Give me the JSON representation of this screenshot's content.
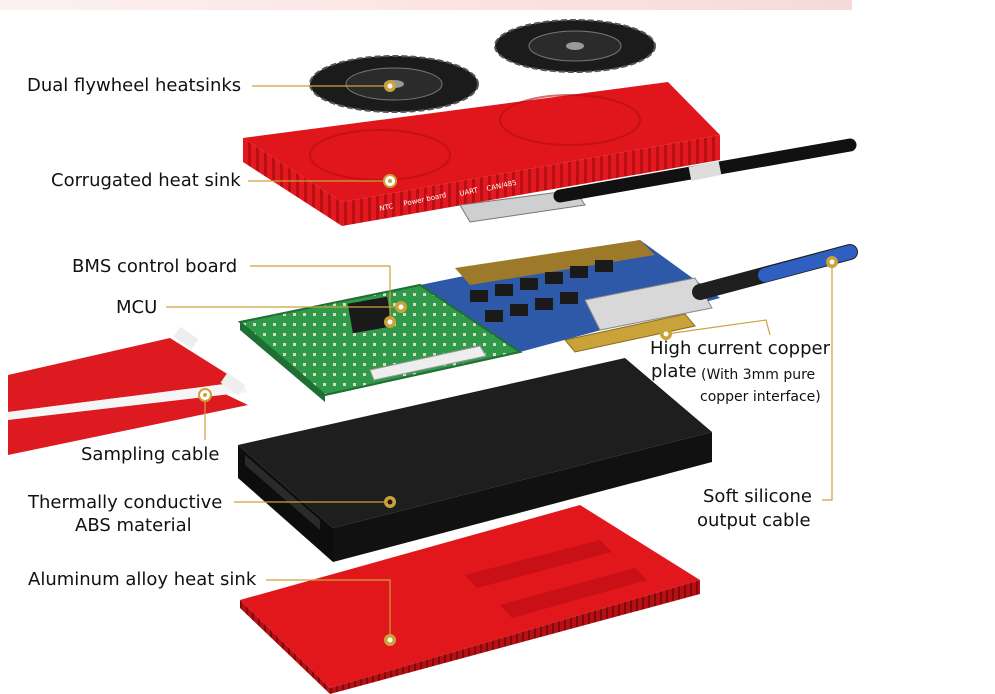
{
  "labels": {
    "flywheel": "Dual flywheel heatsinks",
    "corrugated": "Corrugated heat sink",
    "bms": "BMS control board",
    "mcu": "MCU",
    "sampling": "Sampling cable",
    "abs_line1": "Thermally conductive",
    "abs_line2": "ABS material",
    "aluminum": "Aluminum alloy heat sink",
    "copper_line1": "High current copper",
    "copper_line2": "plate",
    "copper_note1": "(With 3mm pure",
    "copper_note2": "copper interface)",
    "silicone_line1": "Soft silicone",
    "silicone_line2": "output cable"
  },
  "heatsink_print": [
    "NTC",
    "Power board",
    "UART",
    "CAN/485"
  ],
  "colors": {
    "heatsink_red": "#e0161c",
    "leader_gold": "#c9a23a",
    "board_green": "#2f9a4a",
    "board_blue": "#2e58a8",
    "abs_black": "#1a1a1a"
  }
}
